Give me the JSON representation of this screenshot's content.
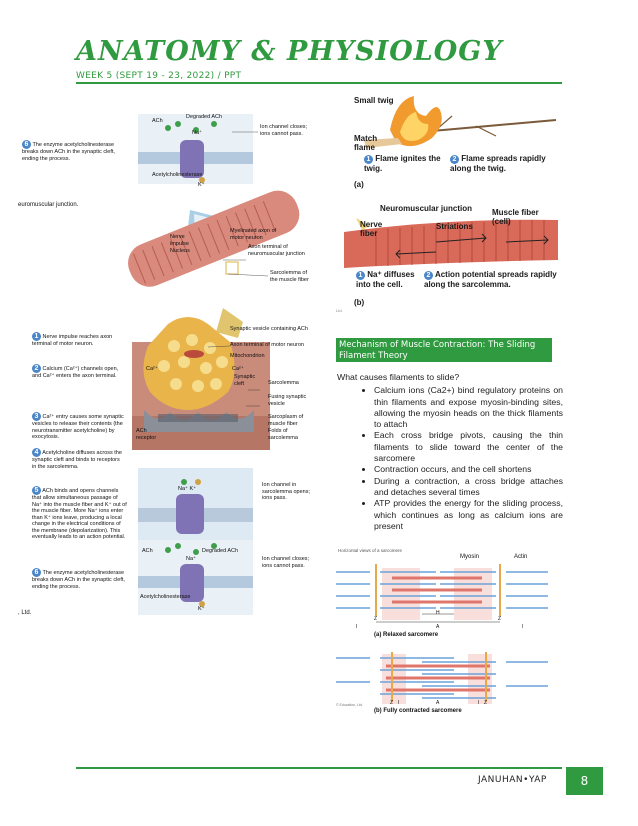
{
  "header": {
    "title": "ANATOMY & PHYSIOLOGY",
    "subtitle": "WEEK 5 (SEPT 19 - 23, 2022) / PPT"
  },
  "left_figure": {
    "top_ach": "ACh",
    "top_degraded": "Degraded ACh",
    "top_na": "Na⁺",
    "top_ion_closes": "Ion channel closes; ions cannot pass.",
    "top_step6": "The enzyme acetylcholinesterase breaks down ACh in the synaptic cleft, ending the process.",
    "top_acetylcholinesterase": "Acetylcholinesterase",
    "top_k": "K⁺",
    "caption_fragment": "euromuscular junction.",
    "myelinated_axon": "Myelinated axon of motor neuron",
    "nerve_impulse": "Nerve impulse",
    "nucleus": "Nucleus",
    "axon_terminal": "Axon terminal of neuromuscular junction",
    "sarcolemma_of_fiber": "Sarcolemma of the muscle fiber",
    "synaptic_vesicle": "Synaptic vesicle containing ACh",
    "axon_terminal_motor": "Axon terminal of motor neuron",
    "mitochondrion": "Mitochondrion",
    "ca_1": "Ca²⁺",
    "ca_2": "Ca²⁺",
    "synaptic_cleft": "Synaptic cleft",
    "sarcolemma": "Sarcolemma",
    "fusing_vesicle": "Fusing synaptic vesicle",
    "sarcoplasm": "Sarcoplasm of muscle fiber",
    "folds": "Folds of sarcolemma",
    "ach_receptor": "ACh receptor",
    "step1": "Nerve impulse reaches axon terminal of motor neuron.",
    "step2": "Calcium (Ca²⁺) channels open, and Ca²⁺ enters the axon terminal.",
    "step3": "Ca²⁺ entry causes some synaptic vesicles to release their contents (the neurotransmitter acetylcholine) by exocytosis.",
    "step4": "Acetylcholine diffuses across the synaptic cleft and binds to receptors in the sarcolemma.",
    "step5": "ACh binds and opens channels that allow simultaneous passage of Na⁺ into the muscle fiber and K⁺ out of the muscle fiber. More Na⁺ ions enter than K⁺ ions leave, producing a local change in the electrical conditions of the membrane (depolarization). This eventually leads to an action potential.",
    "step6": "The enzyme acetylcholinesterase breaks down ACh in the synaptic cleft, ending the process.",
    "ion_open": "Ion channel in sarcolemma opens; ions pass.",
    "ion_closes": "Ion channel closes; ions cannot pass.",
    "bottom_ach": "ACh",
    "bottom_degraded": "Degraded ACh",
    "bottom_na": "Na⁺",
    "bottom_k": "K⁺",
    "bottom_acetylcholinesterase": "Acetylcholinesterase",
    "na_k_pair": "Na⁺  K⁺",
    "ltd": ", Ltd."
  },
  "right_figure": {
    "small_twig": "Small twig",
    "match_flame": "Match flame",
    "flame_ignites": "Flame ignites the twig.",
    "flame_spreads": "Flame spreads rapidly along the twig.",
    "label_a": "(a)",
    "nmj": "Neuromuscular junction",
    "nerve_fiber": "Nerve fiber",
    "striations": "Striations",
    "muscle_fiber": "Muscle fiber (cell)",
    "na_diffuses": "Na⁺ diffuses into the cell.",
    "ap_spreads": "Action potential spreads rapidly along the sarcolemma.",
    "label_b": "(b)",
    "num1": "1",
    "num2": "2",
    "tiny": "Ltd."
  },
  "section": {
    "heading": "Mechanism of Muscle Contraction: The Sliding Filament Theory",
    "question": "What causes filaments to slide?",
    "bullets": [
      "Calcium ions (Ca2+) bind regulatory proteins on thin filaments and expose myosin-binding sites, allowing the myosin heads on the thick filaments to attach",
      "Each cross bridge pivots, causing the thin filaments to slide toward the center of the sarcomere",
      "Contraction occurs, and the cell shortens",
      "During a contraction, a cross bridge attaches and detaches several times",
      "ATP provides the energy for the sliding process, which continues as long as calcium ions are present"
    ]
  },
  "sarcomere": {
    "fig_title": "Horizontal views of a sarcomere",
    "myosin": "Myosin",
    "actin": "Actin",
    "z": "Z",
    "h": "H",
    "i": "I",
    "a": "A",
    "relaxed": "(a) Relaxed sarcomere",
    "contracted": "(b) Fully contracted sarcomere",
    "credit": "© Education, Ltd."
  },
  "footer": {
    "author": "JANUHAN•YAP",
    "page": "8"
  },
  "colors": {
    "accent": "#2f9a3f"
  }
}
